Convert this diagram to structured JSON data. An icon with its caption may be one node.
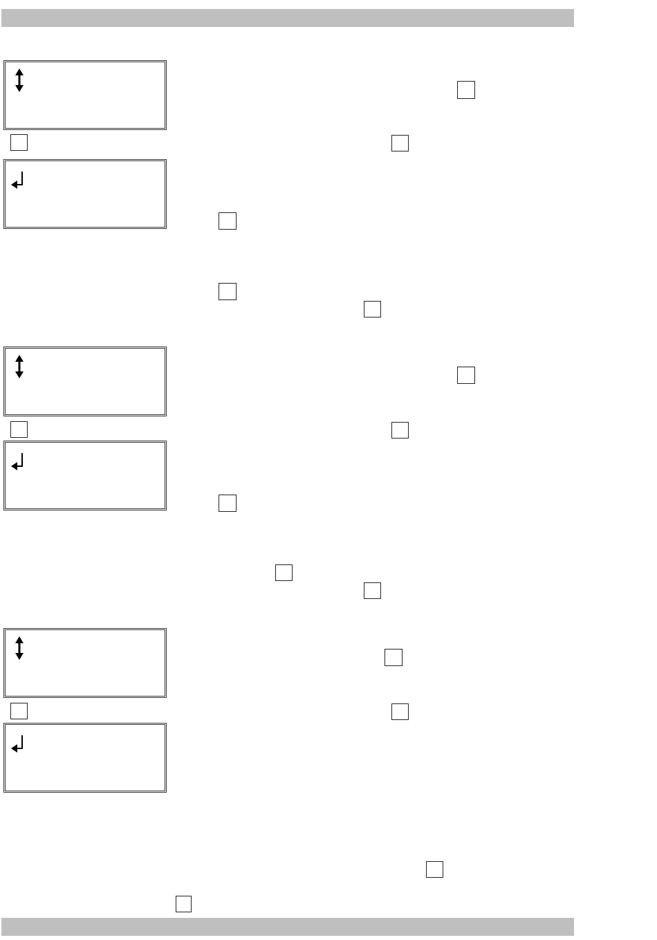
{
  "diagram": {
    "nodes": [
      {
        "text": [],
        "shape": "box"
      },
      {
        "text": [],
        "shape": "box"
      },
      {
        "text": [],
        "shape": "box"
      },
      {
        "text": [],
        "shape": "box"
      },
      {
        "text": [],
        "shape": "box"
      },
      {
        "text": [],
        "shape": "box"
      },
      {
        "text": [],
        "shape": "box"
      },
      {
        "text": [],
        "shape": "box"
      },
      {
        "text": [],
        "shape": "box"
      },
      {
        "text": [],
        "shape": "box"
      },
      {
        "text": [],
        "shape": "box"
      },
      {
        "text": [],
        "shape": "box"
      },
      {
        "text": [],
        "shape": "box"
      },
      {
        "text": [],
        "shape": "box"
      },
      {
        "text": [],
        "shape": "box"
      },
      {
        "text": [],
        "shape": "box"
      },
      {
        "text": [],
        "shape": "box"
      },
      {
        "text": [],
        "shape": "box"
      },
      {
        "text": [],
        "shape": "box"
      },
      {
        "text": [],
        "shape": "box"
      },
      {
        "text": [],
        "shape": "box"
      },
      {
        "text": [],
        "shape": "box"
      },
      {
        "text": [],
        "shape": "box"
      }
    ]
  }
}
